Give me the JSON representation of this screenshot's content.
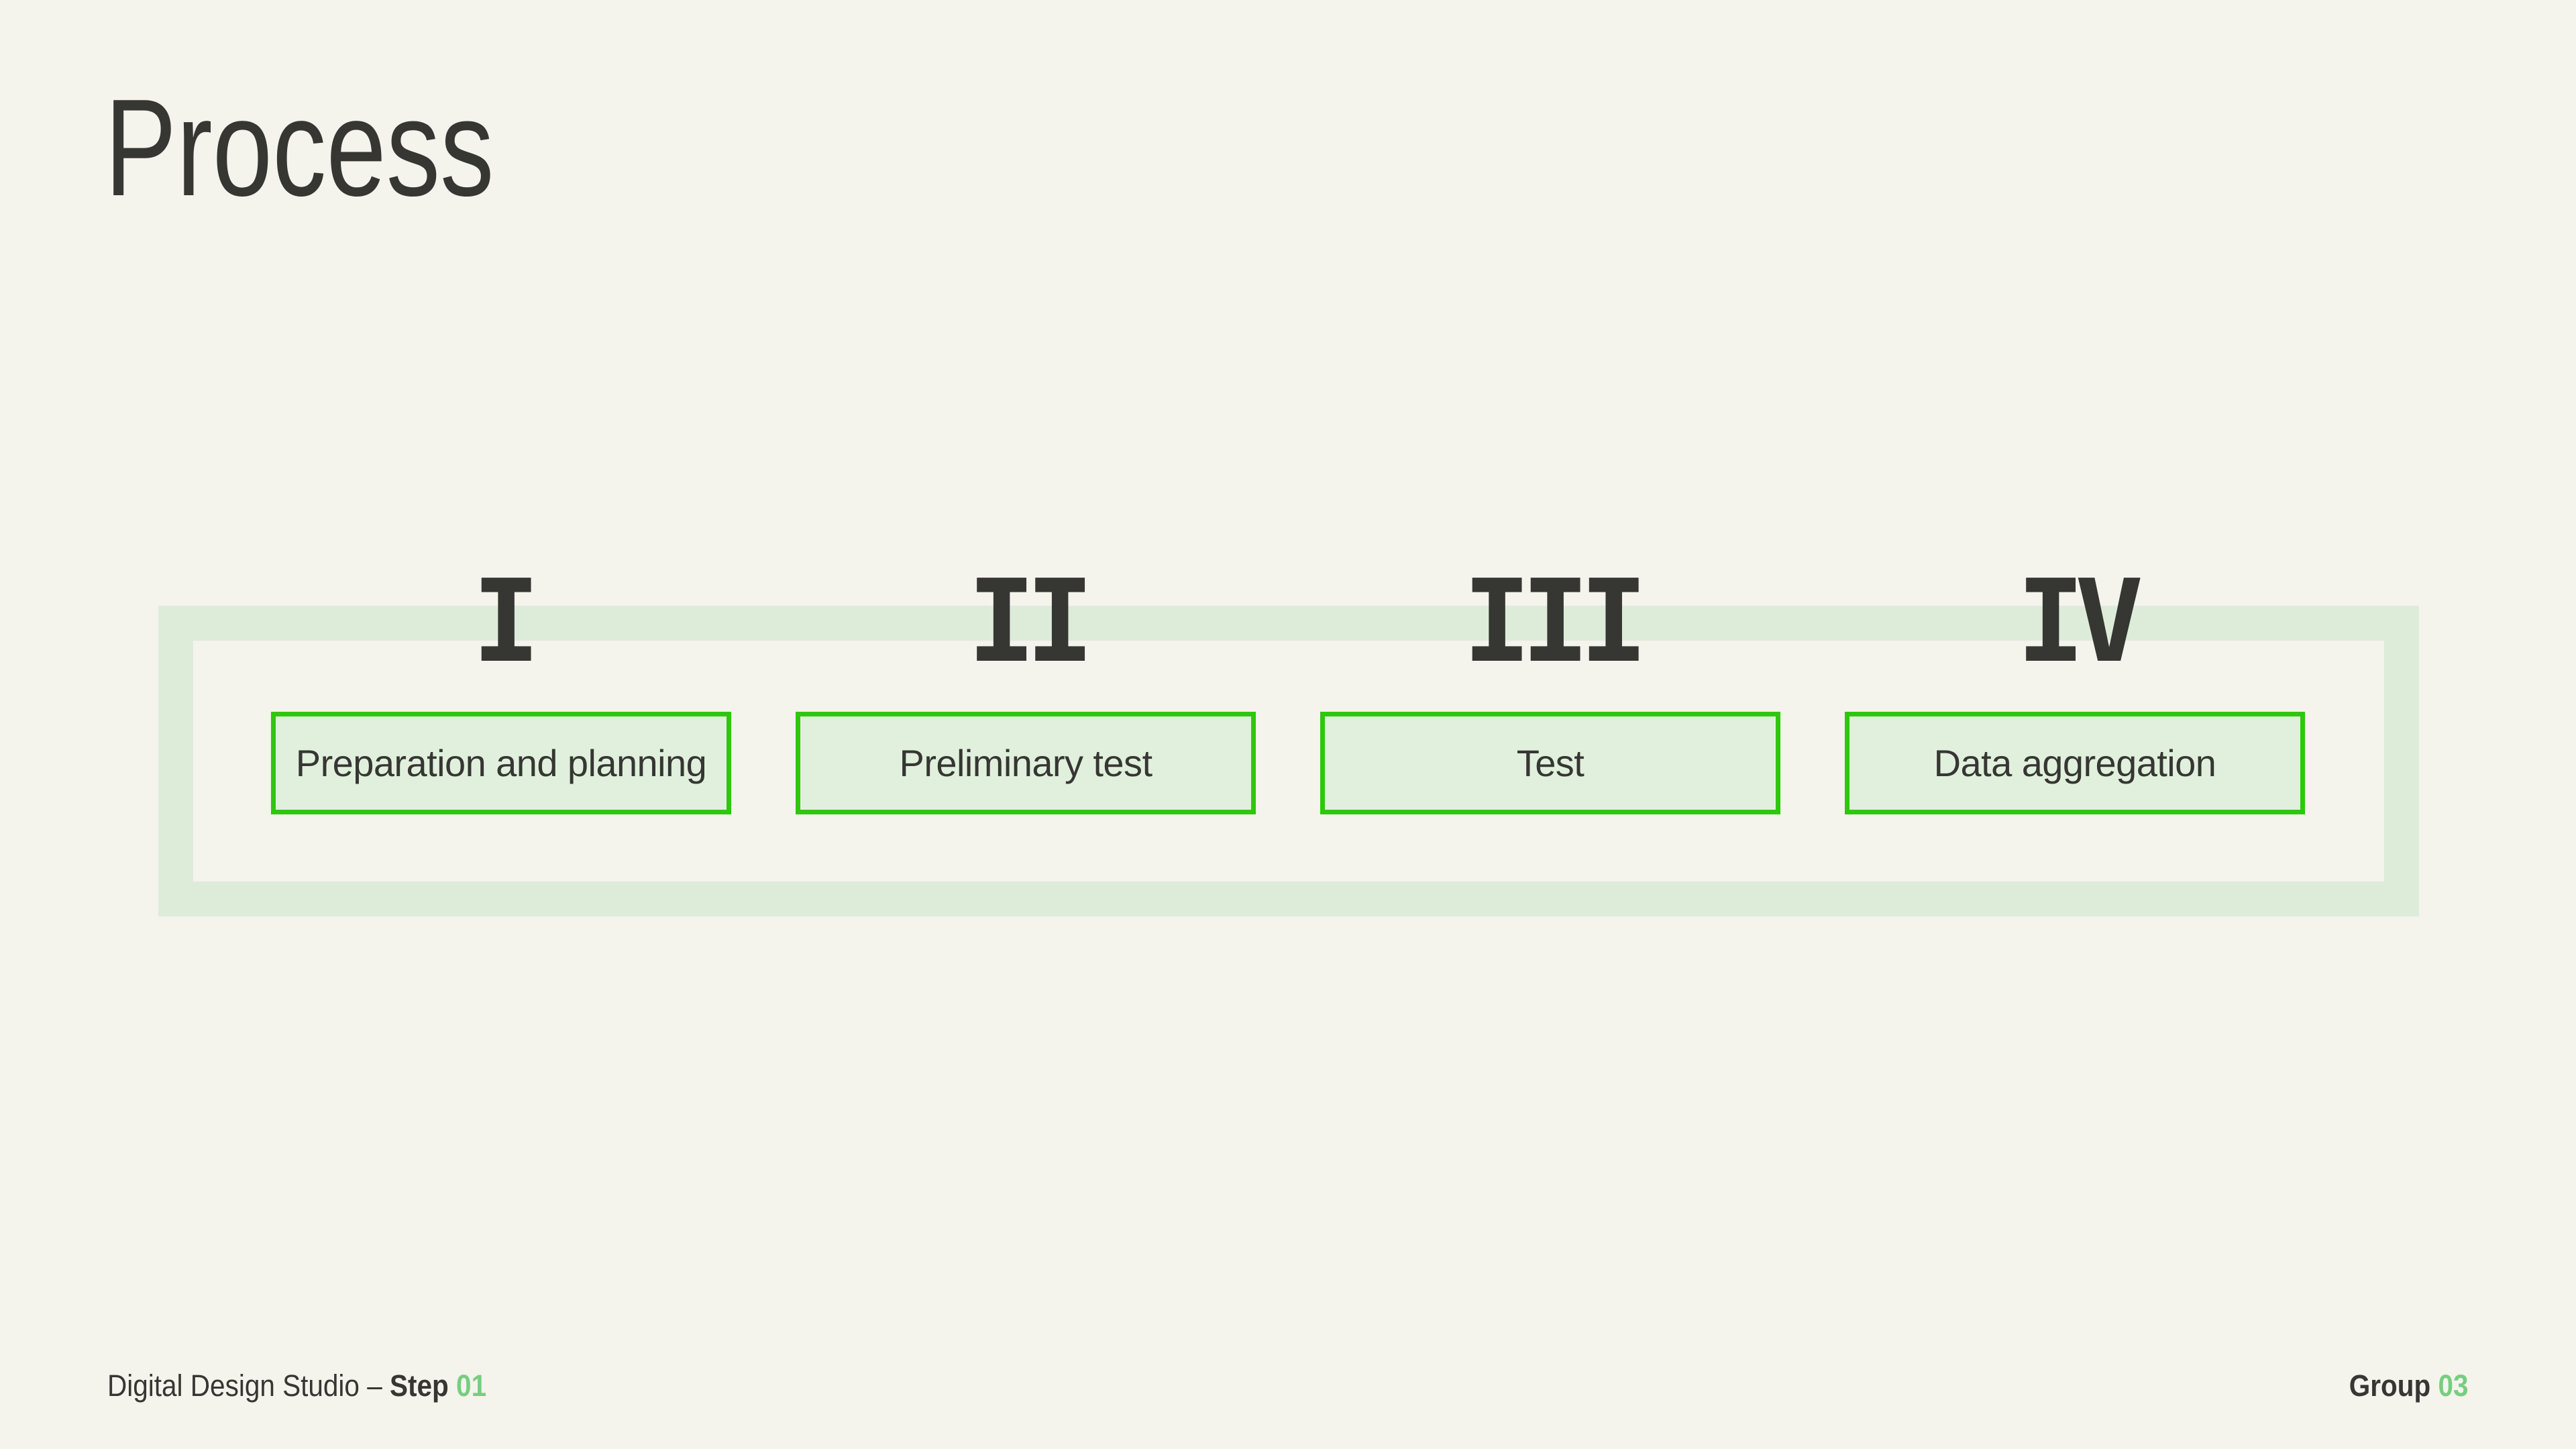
{
  "slide": {
    "title": "Process",
    "steps": [
      {
        "numeral": "I",
        "label": "Preparation and planning"
      },
      {
        "numeral": "II",
        "label": "Preliminary test"
      },
      {
        "numeral": "III",
        "label": "Test"
      },
      {
        "numeral": "IV",
        "label": "Data aggregation"
      }
    ],
    "footer": {
      "studio": "Digital Design Studio",
      "separator": "–",
      "step_label": "Step",
      "step_number": "01",
      "group_label": "Group",
      "group_number": "03"
    }
  },
  "colors": {
    "background": "#F4F3EC",
    "ink": "#363633",
    "frame_green": "#DDECD9",
    "box_fill": "#E1F0DD",
    "box_border": "#2FC70E",
    "accent_green": "#76CE80"
  }
}
